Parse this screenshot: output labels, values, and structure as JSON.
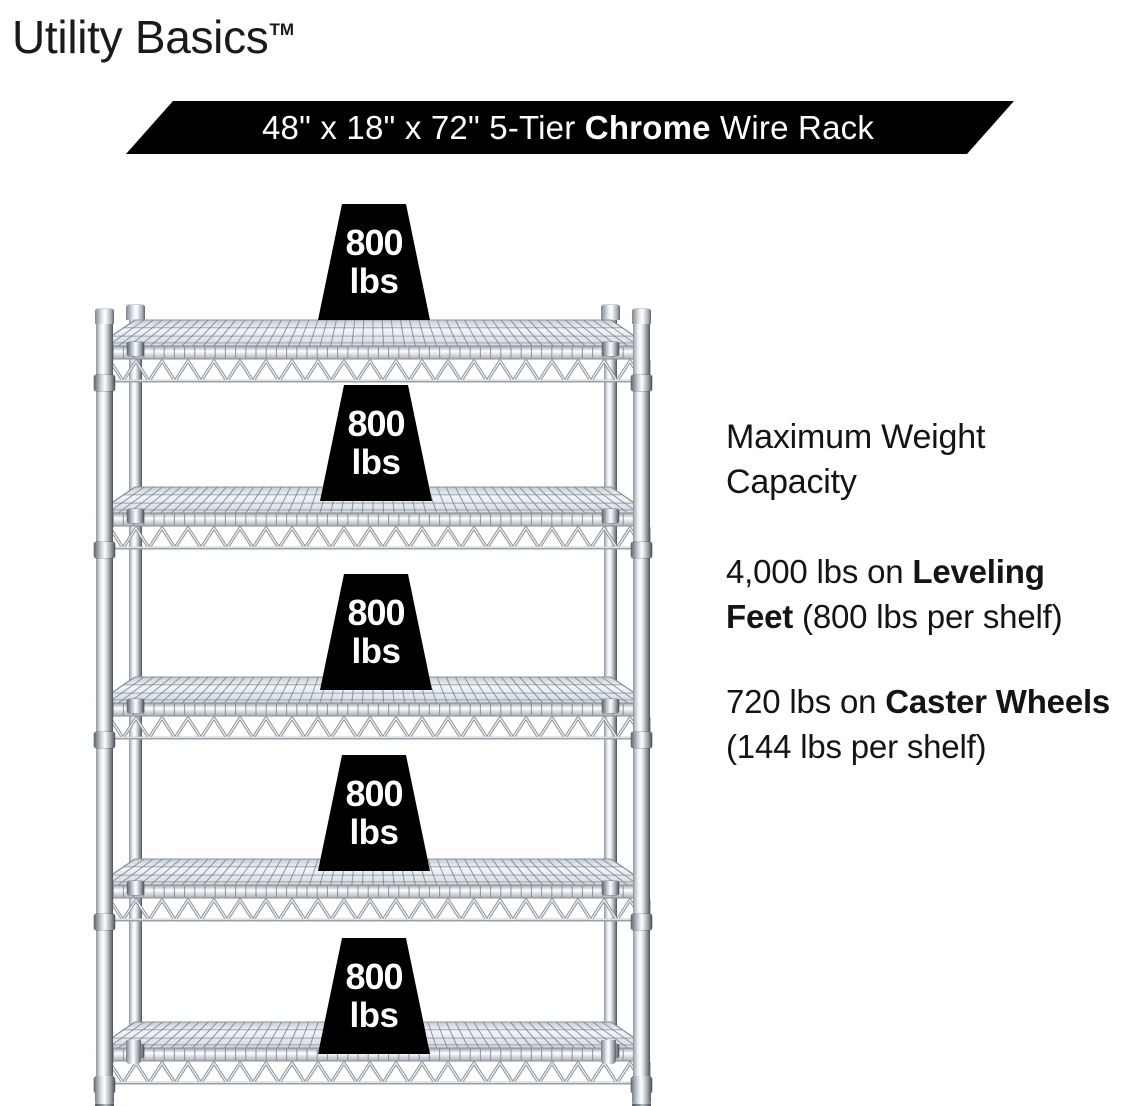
{
  "brand": {
    "name": "Utility Basics",
    "trademark": "TM"
  },
  "banner": {
    "prefix": "48\" x 18\" x 72\" 5-Tier ",
    "emphasis": "Chrome",
    "suffix": " Wire Rack",
    "background_color": "#000000",
    "text_color": "#ffffff"
  },
  "specs": {
    "heading": "Maximum Weight Capacity",
    "leveling_feet": {
      "total": "4,000 lbs on ",
      "emphasis": "Leveling Feet",
      "detail": " (800 lbs per shelf)"
    },
    "caster_wheels": {
      "total": "720 lbs on ",
      "emphasis": "Caster Wheels",
      "detail": " (144 lbs per shelf)"
    }
  },
  "product": {
    "tier_count": 5,
    "shelf_capacity_number": "800",
    "shelf_capacity_unit": "lbs",
    "finish": "chrome",
    "tag_color": "#000000",
    "tag_text_color": "#ffffff",
    "tags": [
      {
        "number": "800",
        "unit": "lbs"
      },
      {
        "number": "800",
        "unit": "lbs"
      },
      {
        "number": "800",
        "unit": "lbs"
      },
      {
        "number": "800",
        "unit": "lbs"
      },
      {
        "number": "800",
        "unit": "lbs"
      }
    ]
  }
}
